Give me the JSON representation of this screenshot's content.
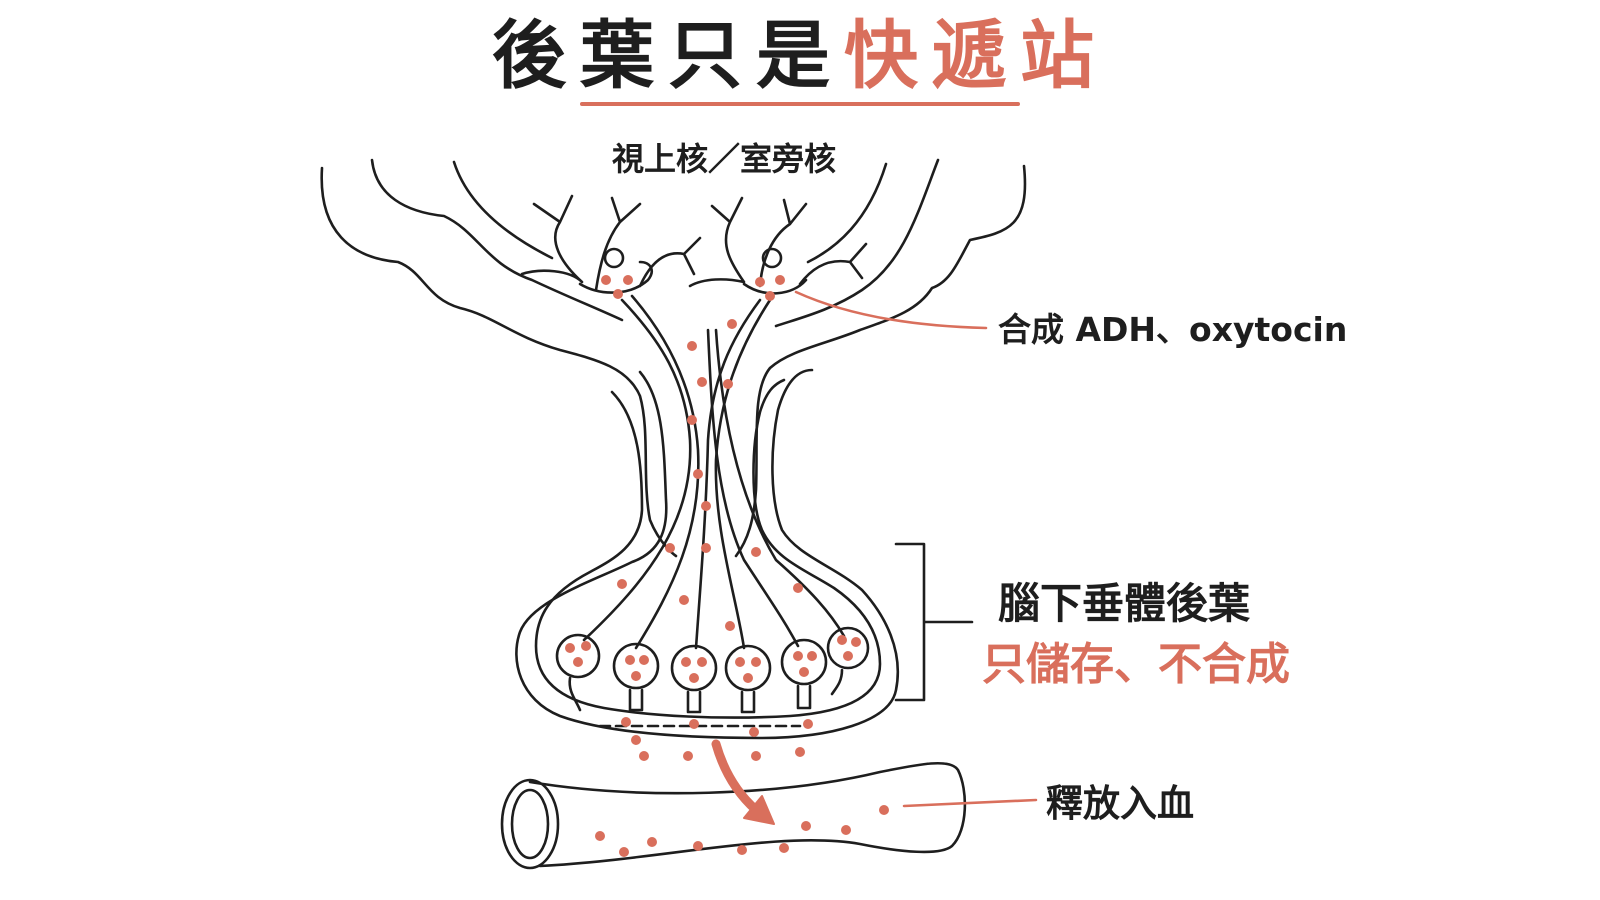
{
  "title": {
    "main": "後葉只是",
    "accent": "快遞站"
  },
  "labels": {
    "nuclei": "視上核／室旁核",
    "synthesis": "合成 ADH、oxytocin",
    "posterior_pituitary": "腦下垂體後葉",
    "storage_note": "只儲存、不合成",
    "release": "釋放入血"
  },
  "colors": {
    "accent": "#d96f5c",
    "ink": "#1e1e1e",
    "background": "#ffffff"
  }
}
